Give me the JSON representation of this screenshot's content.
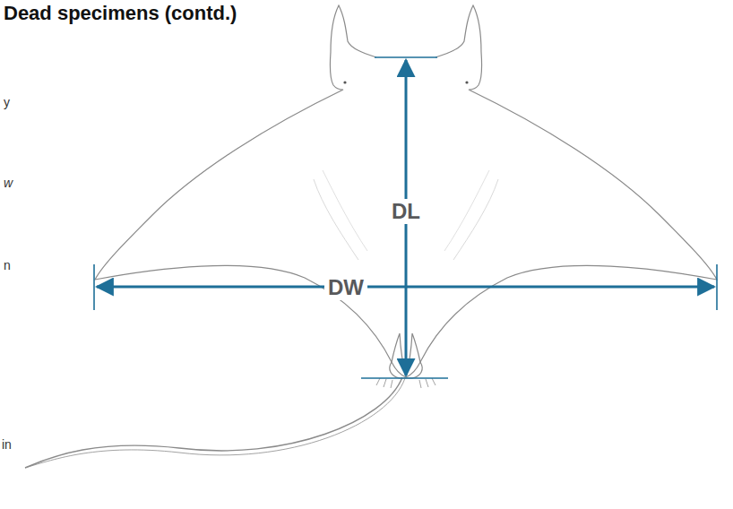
{
  "diagram": {
    "title": "Dead specimens (contd.)",
    "labels": [
      "y",
      "w",
      "n",
      "in",
      "DL",
      "DW"
    ]
  }
}
